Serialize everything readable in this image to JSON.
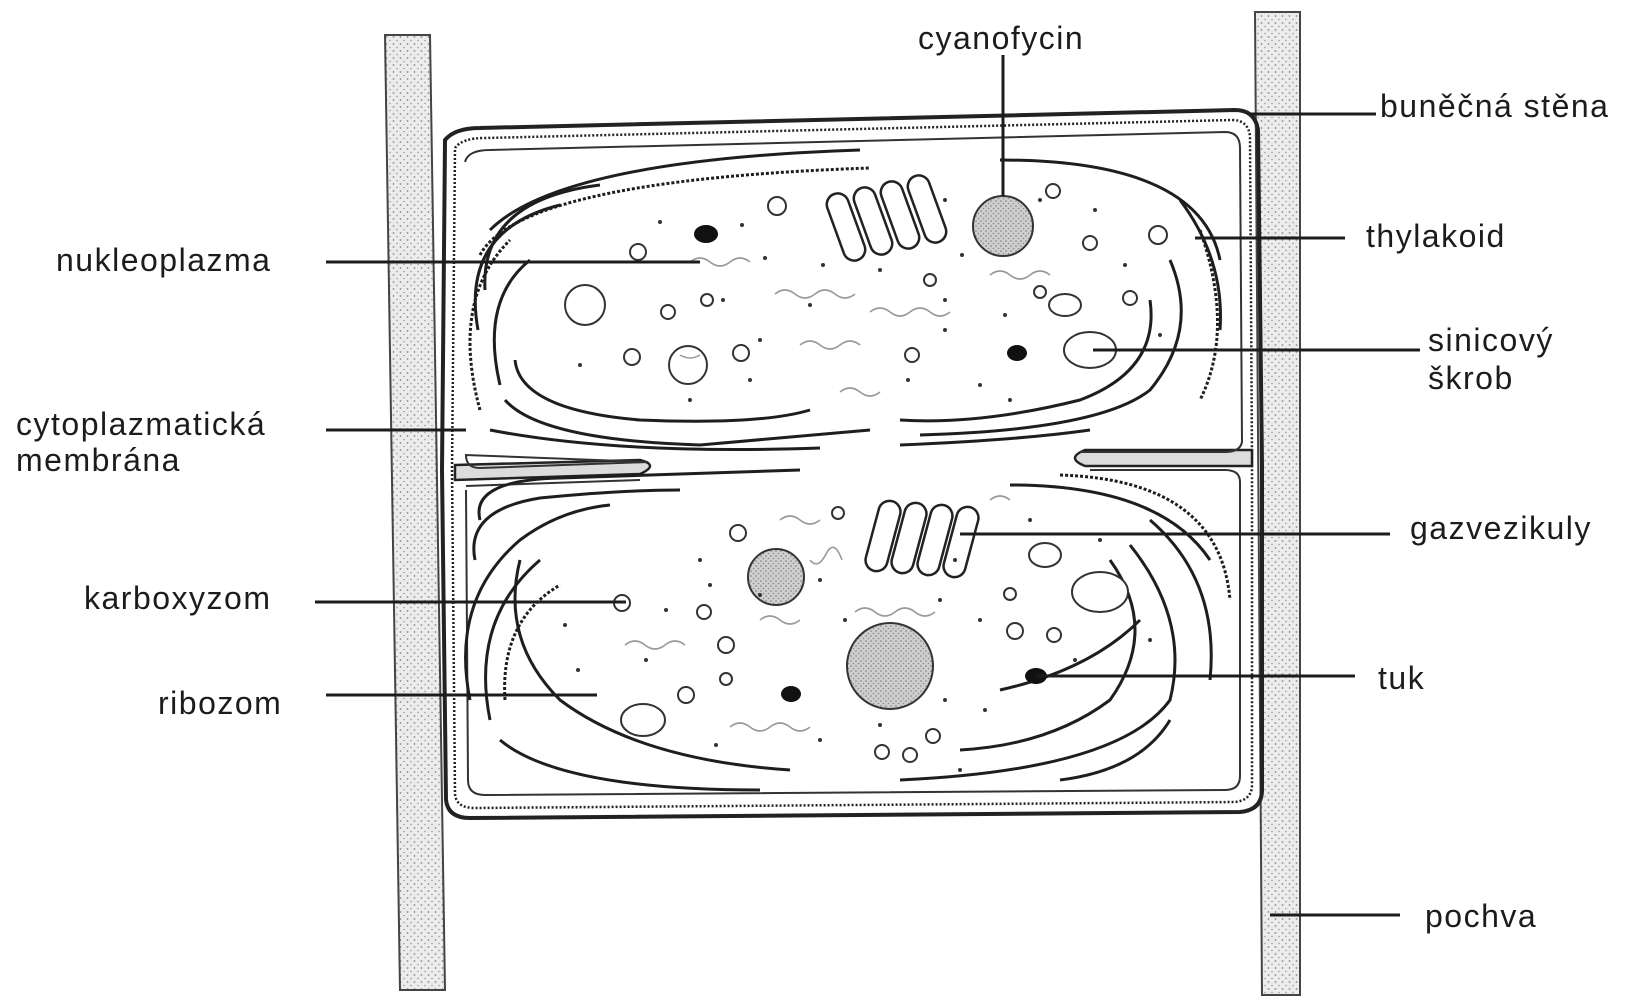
{
  "labels": {
    "cyanofycin": "cyanofycin",
    "bunecna_stena": "buněčná stěna",
    "thylakoid": "thylakoid",
    "sinicovy": "sinicový",
    "skrob": "škrob",
    "nukleoplazma": "nukleoplazma",
    "cytoplazmaticka": "cytoplazmatická",
    "membrana": "membrána",
    "gazvezikuly": "gazvezikuly",
    "karboxyzom": "karboxyzom",
    "ribozom": "ribozom",
    "tuk": "tuk",
    "pochva": "pochva"
  },
  "colors": {
    "line": "#222222",
    "sheath": "#d9d9d9",
    "granule": "#c4c4c4"
  }
}
